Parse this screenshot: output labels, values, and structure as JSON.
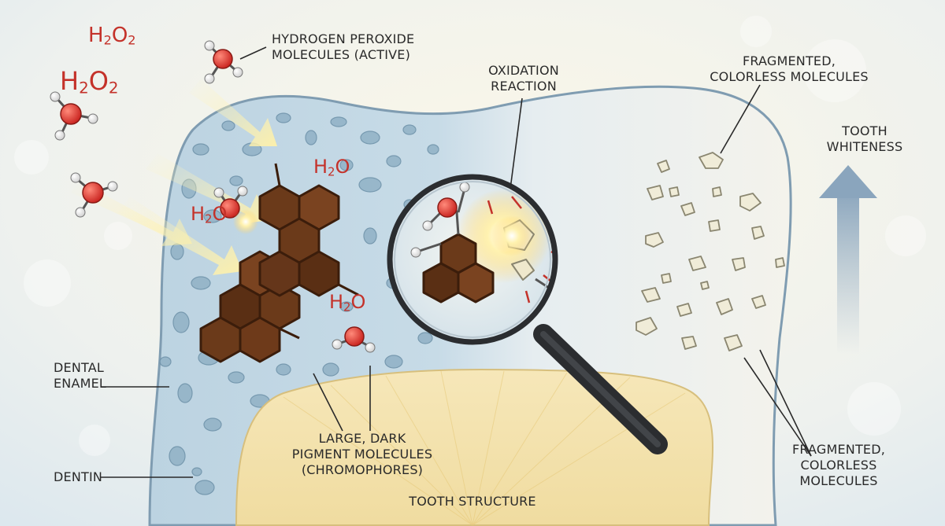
{
  "labels": {
    "hydrogen_peroxide": [
      "HYDROGEN PEROXIDE",
      "MOLECULES (ACTIVE)"
    ],
    "oxidation": [
      "OXIDATION",
      "REACTION"
    ],
    "fragmented_top": [
      "FRAGMENTED,",
      "COLORLESS MOLECULES"
    ],
    "tooth_whiteness": [
      "TOOTH",
      "WHITENESS"
    ],
    "dental_enamel": [
      "DENTAL",
      "ENAMEL"
    ],
    "dentin": "DENTIN",
    "pigment": [
      "LARGE, DARK",
      "PIGMENT MOLECULES",
      "(CHROMOPHORES)"
    ],
    "tooth_structure": "TOOTH STRUCTURE",
    "fragmented_bottom": [
      "FRAGMENTED,",
      "COLORLESS",
      "MOLECULES"
    ]
  },
  "formulas": {
    "h2o2": {
      "base": "H",
      "sub": "2",
      "mid": "O",
      "sub2": "2"
    },
    "h2o": {
      "base": "H",
      "sub": "2",
      "mid": "O"
    }
  },
  "colors": {
    "background": "#f3f3ee",
    "enamel": "#c9dbe6",
    "enamel_pores": "#8fb0c4",
    "dentin": "#f3e3b3",
    "pigment": "#6b3a1a",
    "oxygen": "#d8302a",
    "text": "#2a2a2a",
    "formula": "#c4322a",
    "arrow": "#8fa9bf"
  }
}
